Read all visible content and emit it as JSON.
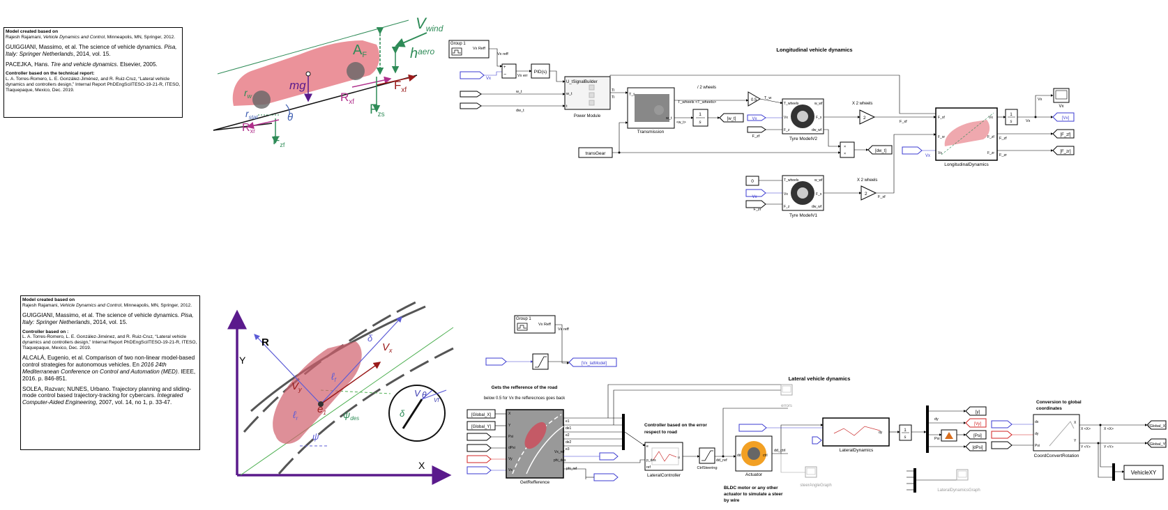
{
  "notes": {
    "top": {
      "p1_head": "Model created based on",
      "p1_a": "Rajesh Rajamani, ",
      "p1_b": "Vehicle Dynamics and Control",
      "p1_c": ", Minneapolis, MN, Springer, 2012.",
      "p2_a": "GUIGGIANI, Massimo, et al. The science of vehicle dynamics. ",
      "p2_b": "Pisa, Italy: Springer Netherlands",
      "p2_c": ", 2014, vol. 15.",
      "p3_a": "PACEJKA, Hans. ",
      "p3_b": "Tire and vehicle dynamics",
      "p3_c": ". Elsevier, 2005.",
      "p4_head": "Controller based on the technical report:",
      "p4_body": "L. A. Torres-Romero, L. E. González-Jiménez, and R. Ruiz-Cruz, “Lateral vehicle dynamics and controllers design,” Internal Report PhDEngSciITESO-19-21-R, ITESO, Tlaquepaque, Mexico, Dec. 2019."
    },
    "bottom": {
      "p1_head": "Model created based on",
      "p1_a": "Rajesh Rajamani, ",
      "p1_b": "Vehicle Dynamics and Control",
      "p1_c": ", Minneapolis, MN, Springer, 2012.",
      "p2_a": "GUIGGIANI, Massimo, et al. The science of vehicle dynamics. ",
      "p2_b": "Pisa, Italy: Springer Netherlands",
      "p2_c": ", 2014, vol. 15.",
      "p3_head": "Controller based on :",
      "p3_body": "L. A. Torres-Romero, L. E. González-Jiménez, and R. Ruiz-Cruz, “Lateral vehicle dynamics and controllers design,” Internal Report PhDEngSciITESO-19-21-R, ITESO, Tlaquepaque, Mexico, Dec. 2019.",
      "p4_a": "ALCALÁ, Eugenio, et al. Comparison of two non-linear model-based control strategies for autonomous vehicles. En ",
      "p4_b": "2016 24th Mediterranean Conference on Control and Automation (MED)",
      "p4_c": ". IEEE, 2016. p. 846-851.",
      "p5_a": "SOLEA, Razvan; NUNES, Urbano. Trajectory planning and sliding-mode control based trajectory-tracking for cybercars. ",
      "p5_b": "Integrated Computer-Aided Engineering",
      "p5_c": ", 2007, vol. 14, no 1, p. 33-47."
    }
  },
  "diagram_top": {
    "v_wind": "V",
    "v_wind_sub": "wind",
    "h_aero": "h",
    "h_aero_sub": "aero",
    "af": "A",
    "af_sub": "F",
    "fxf": "F",
    "fxf_sub": "xf",
    "rxf": "R",
    "rxf_sub": "xf",
    "fzs": "F",
    "fzs_sub": "zs",
    "mg": "mg",
    "rw": "r",
    "rw_sub": "w",
    "rstat": "r",
    "rstat_sub": "stat",
    "theta": "θ",
    "rxr": "R",
    "rxr_sub": "xr",
    "fzf": "F",
    "fzf_sub": "zf"
  },
  "diagram_bottom": {
    "y_axis": "Y",
    "x_axis": "X",
    "R": "R",
    "delta": "δ",
    "vx": "V",
    "vx_sub": "x",
    "vy": "V",
    "vy_sub": "y",
    "lf": "ℓ",
    "lf_sub": "f",
    "lr": "ℓ",
    "lr_sub": "r",
    "e1": "e",
    "e1_sub": "1",
    "psi_des": "ψ",
    "psi_des_sub": "des",
    "psi": "ψ",
    "zoom_v": "V",
    "zoom_theta": "θ",
    "zoom_vf": "Vf",
    "zoom_delta": "δ"
  },
  "long": {
    "title": "Longitudinal vehicle dynamics",
    "group": "Group 1",
    "group_sig": "Vx Reff",
    "vx_reff": "Vx reff",
    "vx_err": "Vx err",
    "pid": "PID(s)",
    "signal_builder": "U_tSignalBuilder",
    "power_module": "Power Module",
    "wt": "w_t",
    "dwt": "dw_t",
    "vx_in": "Vx",
    "ti": "Ti",
    "ti_in": "Ti",
    "wt_in": "w_t",
    "t_in": "t",
    "tt": "T_t",
    "w_t_out": "w_t",
    "transmission": "Transmission",
    "trans_gear": "transGear",
    "t_wheels": "T_wheels <T_wheels>",
    "half_wheels": "/ 2 wheels",
    "gain_half": "0.5",
    "t_w": "T_w",
    "w_t_sig": "<w_t>",
    "int_num": "1",
    "int_den": "s",
    "w_t_goto": "[w_t]",
    "vx_from": "Vx",
    "fzf_from": "F_zf",
    "tyre2": "Tyre ModelV2",
    "tyre1": "Tyre ModelV1",
    "p_twheels": "T_wheels",
    "p_wwf": "w_wf",
    "p_vx": "Vx",
    "p_fx": "F_x",
    "p_fz": "F_z",
    "p_dwwf": "dw_wf",
    "x2_wheels": "X 2 wheels",
    "x2_wheels_b": "X 2 wheels",
    "gain2": "2",
    "gain2b": "2",
    "f_xf": "F_xf",
    "f_xr": "F_xf",
    "prod": "×",
    "dwt_goto": "[dw_t]",
    "vx_from2": "Vx",
    "zero": "0",
    "vx_from3": "Vx",
    "fzr_from": "F_zr",
    "long_dyn": "LongitudinalDynamics",
    "ld_fxf": "F_xf",
    "ld_fxr": "F_xr",
    "ld_vx": "Vx",
    "ld_vx2": "Vx",
    "ld_fzf": "F_zf",
    "ld_fzr": "F_zr",
    "vx_out": "Vx",
    "vx_goto": "[Vx]",
    "fzf_goto": "[F_zf]",
    "fzr_goto": "[F_zr]",
    "scope": "Vx"
  },
  "lat": {
    "title": "Lateral vehicle dynamics",
    "group": "Group 1",
    "group_sig": "Vx Reff",
    "vx_reff": "Vx reff",
    "vx_latmodel": "[Vx_latModel]",
    "road_ref_title": "Gets the refference of the road",
    "road_ref_sub": "below 0.5 for Vx the refferecnces goes back",
    "global_x": "[Global_X]",
    "global_y": "[Global_Y]",
    "gr_x": "X",
    "gr_y": "Y",
    "gr_psi": "Psi",
    "gr_dpsi": "dPsi",
    "gr_vy": "Vy",
    "gr_vx": "Vx",
    "gr_e1": "e1",
    "gr_de1": "de1",
    "gr_e2": "e2",
    "gr_de2": "de2",
    "gr_e3": "e3",
    "gr_vxref": "Vx_ref",
    "gr_phides": "phi_des",
    "gr_phiref": "phi_ref",
    "get_ref": "GetRefference",
    "ctrl_title": "Controller based on the error",
    "ctrl_title2": "respect to road",
    "lat_ctrl": "LateralController",
    "ctrl_steering": "CtrlSteering",
    "dd_ref": "dd_ref",
    "dd_ctrl": "dd_ctrl",
    "actuator": "Actuator",
    "act_title1": "BLDC motor or any other",
    "act_title2": "actuator to simulate a steer",
    "act_title3": "by wire",
    "errors": "errors",
    "steer_graph": "steerAngleGraph",
    "lat_dyn": "LateralDynamics",
    "int_num": "1",
    "int_den": "s",
    "dy": "dy",
    "psi": "Psi",
    "y_goto": "[y]",
    "vy_goto": "[Vy]",
    "psi_goto": "[Psi]",
    "dpsi_goto": "[dPsi]",
    "lat_graph": "LateralDynamicsGraph",
    "conv_title1": "Conversion to global",
    "conv_title2": "coordinates",
    "ccr": "CoordConvertRotation",
    "ccr_dx": "dx",
    "ccr_dy": "dy",
    "ccr_psi": "Psi",
    "ccr_X": "X",
    "ccr_Y": "Y",
    "x_sig": "X <X>",
    "y_sig": "Y <Y>",
    "x_sig2": "X <X>",
    "y_sig2": "Y <Y>",
    "gx_goto": "[Global_X]",
    "gy_goto": "[Global_Y]",
    "vehicle_xy": "VehicleXY",
    "ctrl_e": "e",
    "ctrl_ddes": "p_des",
    "ctrl_ref": "ref",
    "ctrl_u": "u",
    "act_dd": "dd",
    "act_ctrl": "ctrl"
  },
  "colors": {
    "blue_port": "#2323c8",
    "red_port": "#d22020",
    "diagram_green": "#2e8b57",
    "diagram_purple": "#5a1a8c"
  }
}
